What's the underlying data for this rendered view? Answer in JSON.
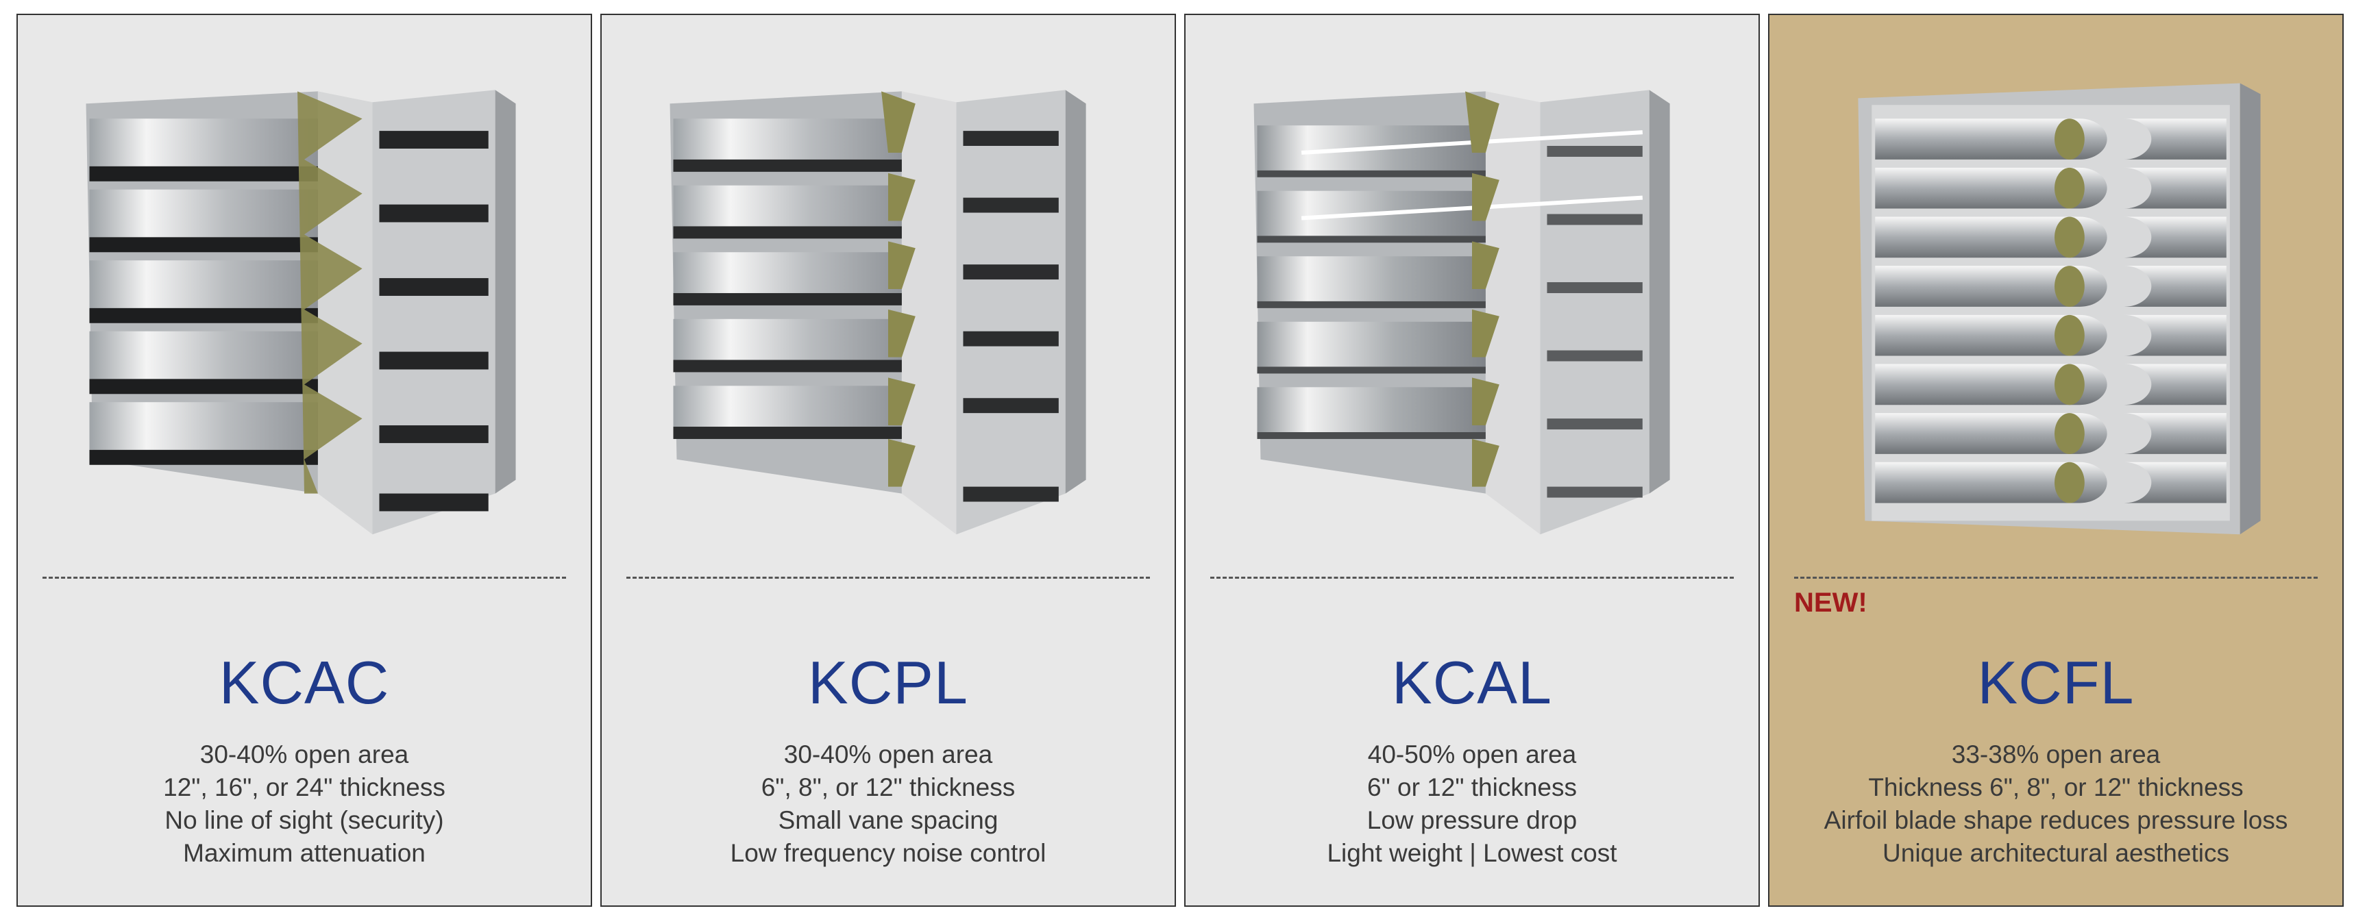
{
  "products": [
    {
      "name": "KCAC",
      "badge": "",
      "illustration": "louver-acoustic-chevron",
      "background": "#e8e8e8",
      "features": [
        "30-40% open area",
        "12\", 16\", or 24\" thickness",
        "No line of sight (security)",
        "Maximum attenuation"
      ]
    },
    {
      "name": "KCPL",
      "badge": "",
      "illustration": "louver-acoustic-closed-vane",
      "background": "#e8e8e8",
      "features": [
        "30-40% open area",
        "6\", 8\", or 12\" thickness",
        "Small vane spacing",
        "Low frequency noise control"
      ]
    },
    {
      "name": "KCAL",
      "badge": "",
      "illustration": "louver-acoustic-open-vane",
      "background": "#e8e8e8",
      "features": [
        "40-50% open area",
        "6\" or 12\" thickness",
        "Low pressure drop",
        "Light weight | Lowest cost"
      ]
    },
    {
      "name": "KCFL",
      "badge": "NEW!",
      "illustration": "louver-airfoil-blade",
      "background": "#cbb488",
      "features": [
        "33-38% open area",
        "Thickness 6\", 8\", or 12\" thickness",
        "Airfoil blade shape reduces pressure loss",
        "Unique architectural aesthetics"
      ]
    }
  ],
  "colors": {
    "name": "#1f3a8a",
    "badge": "#a11c1c",
    "text": "#3a3a3a"
  }
}
